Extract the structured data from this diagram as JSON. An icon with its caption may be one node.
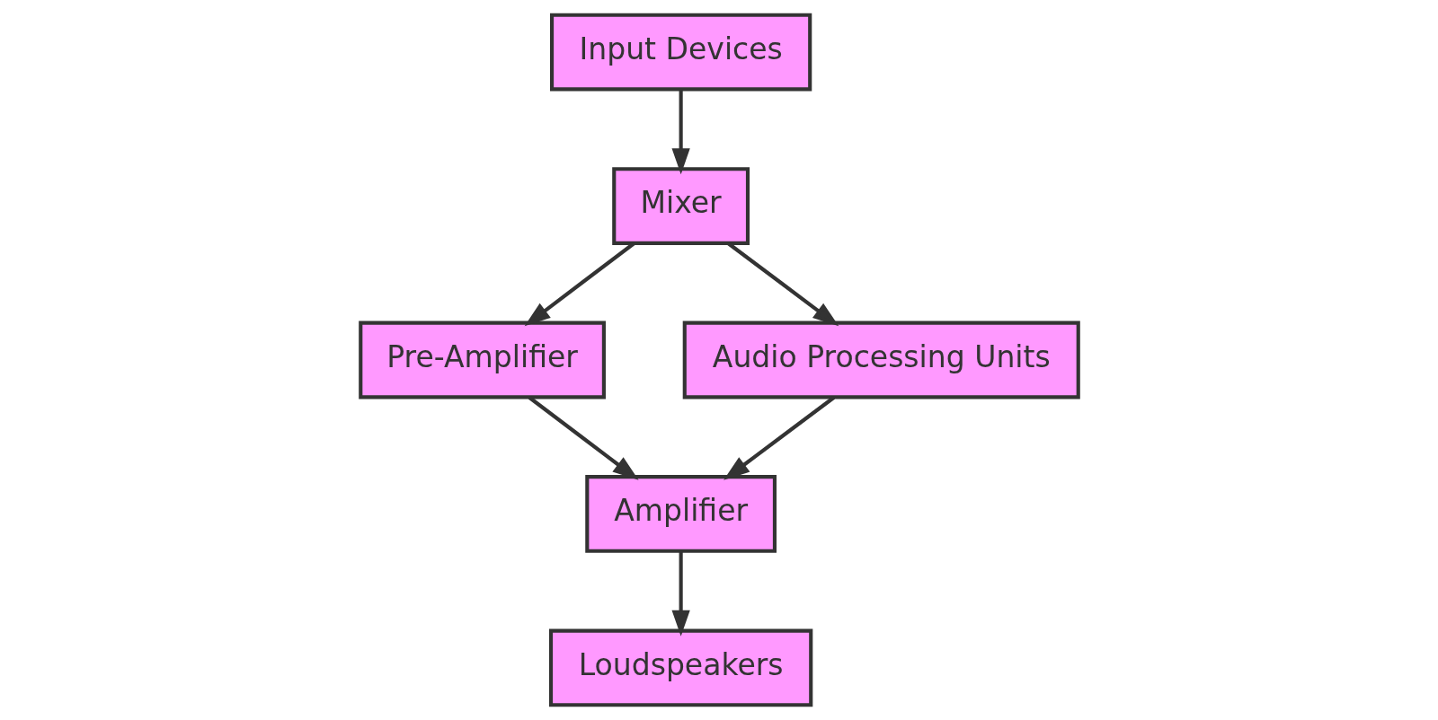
{
  "diagram": {
    "nodes": [
      {
        "text": [
          "Input Devices"
        ]
      },
      {
        "text": [
          "Mixer"
        ]
      },
      {
        "text": [
          "Pre-Amplifier"
        ]
      },
      {
        "text": [
          "Audio Processing Units"
        ]
      },
      {
        "text": [
          "Amplifier"
        ]
      },
      {
        "text": [
          "Loudspeakers"
        ]
      }
    ],
    "edges": [
      {
        "from": 0,
        "to": 1,
        "arrow": "to"
      },
      {
        "from": 1,
        "to": 2,
        "arrow": "to"
      },
      {
        "from": 1,
        "to": 3,
        "arrow": "to"
      },
      {
        "from": 2,
        "to": 4,
        "arrow": "to"
      },
      {
        "from": 3,
        "to": 4,
        "arrow": "to"
      },
      {
        "from": 4,
        "to": 5,
        "arrow": "to"
      }
    ]
  }
}
